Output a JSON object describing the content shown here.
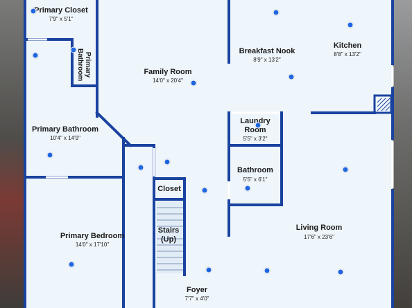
{
  "rooms": {
    "primary_closet": {
      "name": "Primary Closet",
      "dims": "7'9\" x 5'1\""
    },
    "primary_bathroom_small": {
      "name_line1": "Primary",
      "name_line2": "Bathroom"
    },
    "family_room": {
      "name": "Family Room",
      "dims": "14'0\" x 20'4\""
    },
    "breakfast_nook": {
      "name": "Breakfast Nook",
      "dims": "8'9\" x 13'2\""
    },
    "kitchen": {
      "name": "Kitchen",
      "dims": "8'8\" x 13'2\""
    },
    "laundry_room": {
      "name_line1": "Laundry",
      "name_line2": "Room",
      "dims": "5'5\" x 3'2\""
    },
    "primary_bathroom": {
      "name": "Primary Bathroom",
      "dims": "10'4\" x 14'9\""
    },
    "bathroom": {
      "name": "Bathroom",
      "dims": "5'5\" x 6'1\""
    },
    "closet": {
      "name": "Closet"
    },
    "stairs": {
      "name_line1": "Stairs",
      "name_line2": "(Up)"
    },
    "primary_bedroom": {
      "name": "Primary Bedroom",
      "dims": "14'0\" x 17'10\""
    },
    "living_room": {
      "name": "Living Room",
      "dims": "17'6\" x 23'6\""
    },
    "foyer": {
      "name": "Foyer",
      "dims": "7'7\" x 4'0\""
    }
  },
  "colors": {
    "floor": "#eef5fb",
    "wall": "#1a43a0",
    "marker": "#1f66e0"
  },
  "icons": {
    "camera_marker": "photo-marker-icon"
  }
}
